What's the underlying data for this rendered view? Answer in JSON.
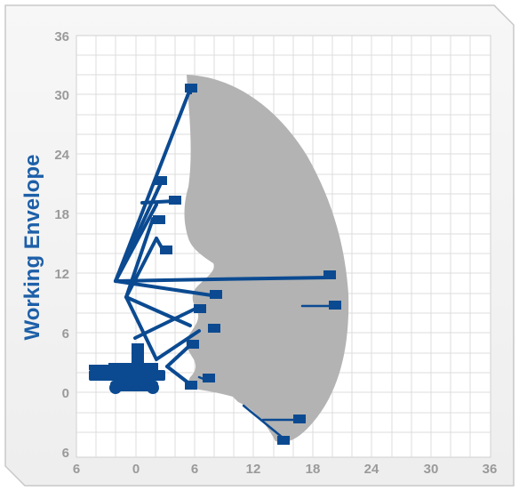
{
  "title": "Working Envelope",
  "y_ticks": [
    "36",
    "30",
    "24",
    "18",
    "12",
    "6",
    "0",
    "6"
  ],
  "x_ticks": [
    "6",
    "0",
    "6",
    "12",
    "18",
    "24",
    "30",
    "36"
  ],
  "colors": {
    "brand_blue": "#0b4a91",
    "envelope_gray": "#b3b3b3",
    "grid": "#dcdcdc",
    "tick_text": "#9a9a9a",
    "frame_border": "#c8c8c8",
    "label_blue": "#1d5fa8"
  },
  "icons": {
    "machine": "boom-lift-icon",
    "platform": "platform-basket-icon"
  }
}
